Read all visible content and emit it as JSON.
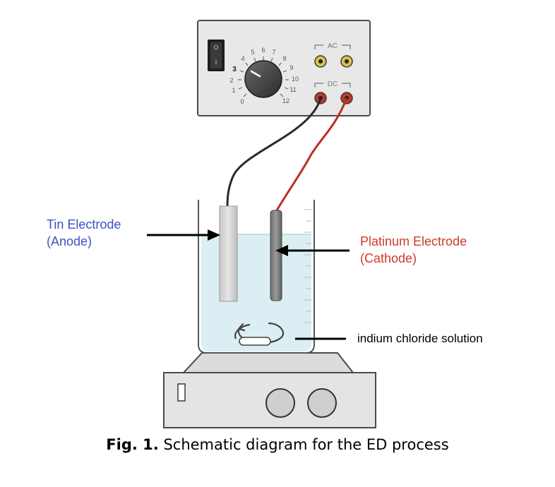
{
  "labels": {
    "anode_name": "Tin Electrode",
    "anode_role": "(Anode)",
    "cathode_name": "Platinum Electrode",
    "cathode_role": "(Cathode)",
    "solution": "indium chloride solution"
  },
  "caption": {
    "prefix": "Fig. 1.",
    "text": "Schematic diagram for the ED process"
  },
  "power_supply": {
    "ac_label": "AC",
    "dc_label": "DC",
    "dial_numbers": [
      "0",
      "1",
      "2",
      "3",
      "4",
      "5",
      "6",
      "7",
      "8",
      "9",
      "10",
      "11",
      "12"
    ],
    "switch_on": "I",
    "switch_off": "O"
  },
  "colors": {
    "anode_label": "#3f4fc4",
    "cathode_label": "#cc3a2c",
    "positive_wire": "#b8321f",
    "negative_wire": "#2a2a2a",
    "solution": "#dbeef3"
  }
}
